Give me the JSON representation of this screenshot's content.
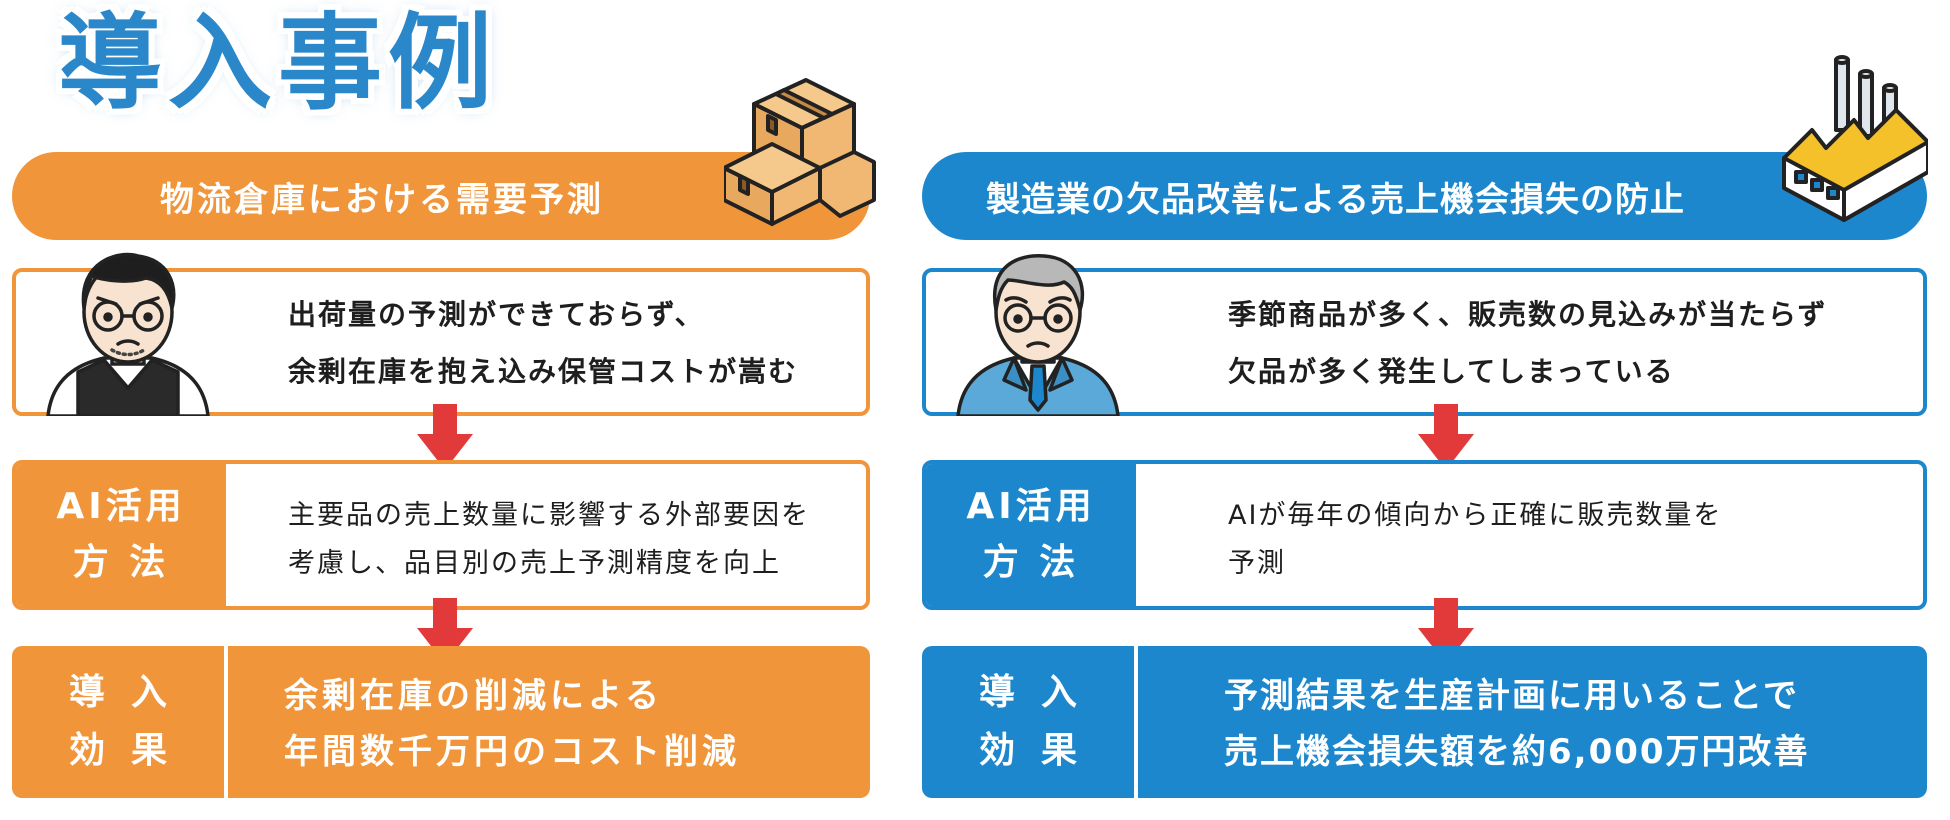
{
  "page": {
    "title": "導入事例"
  },
  "colors": {
    "orange": "#f0953a",
    "blue": "#1d87cd",
    "arrow_red": "#e23a3a",
    "title_blue": "#2a87c9"
  },
  "cases": [
    {
      "header": "物流倉庫における需要予測",
      "illustration": "cardboard-boxes-icon",
      "person": "worried-man-with-glasses-icon",
      "problem_line1": "出荷量の予測ができておらず、",
      "problem_line2": "余剰在庫を抱え込み保管コストが嵩む",
      "method_label_line1": "AI活用",
      "method_label_line2": "方 法",
      "method_line1": "主要品の売上数量に影響する外部要因を",
      "method_line2": "考慮し、品目別の売上予測精度を向上",
      "effect_label_line1": "導入",
      "effect_label_line2": "効果",
      "effect_line1": "余剰在庫の削減による",
      "effect_line2": "年間数千万円のコスト削減"
    },
    {
      "header": "製造業の欠品改善による売上機会損失の防止",
      "illustration": "factory-icon",
      "person": "worried-elderly-man-icon",
      "problem_line1": "季節商品が多く、販売数の見込みが当たらず",
      "problem_line2": "欠品が多く発生してしまっている",
      "method_label_line1": "AI活用",
      "method_label_line2": "方 法",
      "method_line1": "AIが毎年の傾向から正確に販売数量を",
      "method_line2": "予測",
      "effect_label_line1": "導入",
      "effect_label_line2": "効果",
      "effect_line1": "予測結果を生産計画に用いることで",
      "effect_line2": "売上機会損失額を約6,000万円改善"
    }
  ]
}
